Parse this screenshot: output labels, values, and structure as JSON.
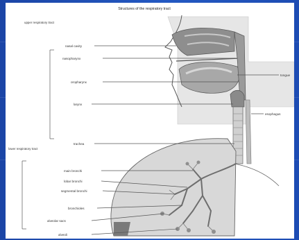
{
  "diagram": {
    "title": "Structures of the respiratory tract",
    "groups": {
      "upper": "upper respiratory tract",
      "lower": "lower respiratory tract"
    },
    "labels_left": [
      "nasal cavity",
      "nasopharynx",
      "oropharynx",
      "larynx",
      "trachea",
      "main bronchi",
      "lobar bronchi",
      "segmental bronchi",
      "bronchioles",
      "alveolar sacs",
      "alveoli"
    ],
    "labels_right": [
      "tongue",
      "esophagus"
    ],
    "colors": {
      "slide_background": "#1f4fb0",
      "card": "#ffffff",
      "head_shading": "#e3e3e3",
      "airway": "#9a9a9a",
      "lung_fill": "#d8d8d8"
    }
  }
}
